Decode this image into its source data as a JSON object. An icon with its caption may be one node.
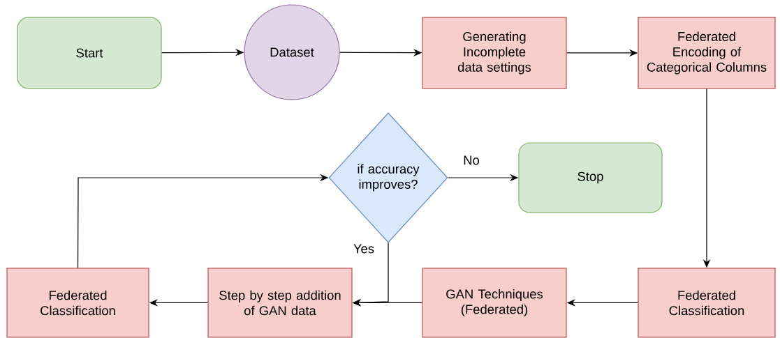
{
  "diagram": {
    "nodes": [
      {
        "text": [
          "Start"
        ]
      },
      {
        "text": [
          "Dataset"
        ]
      },
      {
        "text": [
          "Generating Incomplete data settings"
        ]
      },
      {
        "text": [
          "Federated Encoding of Categorical Columns"
        ]
      },
      {
        "text": [
          "Federated Classification"
        ]
      },
      {
        "text": [
          "GAN Techniques (Federated)"
        ]
      },
      {
        "text": [
          "Step by step addition of GAN data"
        ]
      },
      {
        "text": [
          "Federated Classification"
        ]
      },
      {
        "text": [
          "if accuracy improves?"
        ]
      },
      {
        "text": [
          "Stop"
        ]
      }
    ],
    "edges": [
      {
        "from": 0,
        "to": 1,
        "arrow": "to"
      },
      {
        "from": 1,
        "to": 2,
        "arrow": "to"
      },
      {
        "from": 2,
        "to": 3,
        "arrow": "to"
      },
      {
        "from": 3,
        "to": 4,
        "arrow": "to"
      },
      {
        "from": 4,
        "to": 5,
        "arrow": "to"
      },
      {
        "from": 5,
        "to": 6,
        "arrow": "to"
      },
      {
        "from": 8,
        "to": 6,
        "arrow": "to",
        "label": "Yes"
      },
      {
        "from": 6,
        "to": 7,
        "arrow": "to"
      },
      {
        "from": 7,
        "to": 8,
        "arrow": "to"
      },
      {
        "from": 8,
        "to": 9,
        "arrow": "to",
        "label": "No"
      }
    ]
  }
}
